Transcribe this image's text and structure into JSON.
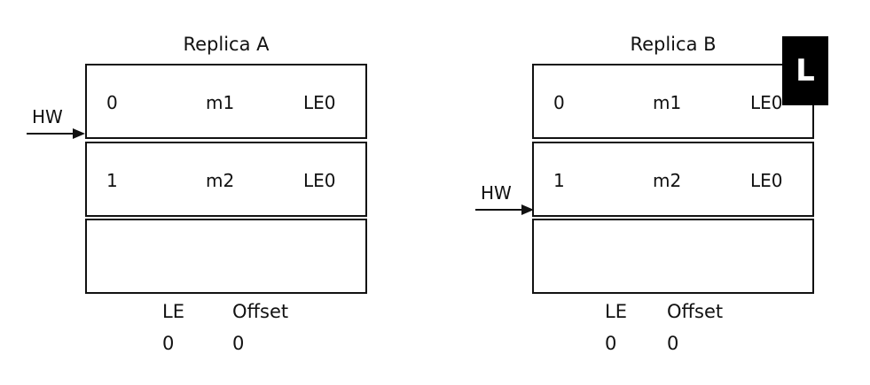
{
  "replicas": [
    {
      "title": "Replica A",
      "log": [
        {
          "offset": "0",
          "message": "m1",
          "epoch": "LE0"
        },
        {
          "offset": "1",
          "message": "m2",
          "epoch": "LE0"
        },
        {
          "offset": "",
          "message": "",
          "epoch": ""
        }
      ],
      "hw_label": "HW",
      "le_header": "LE",
      "offset_header": "Offset",
      "le_value": "0",
      "offset_value": "0"
    },
    {
      "title": "Replica B",
      "log": [
        {
          "offset": "0",
          "message": "m1",
          "epoch": "LE0"
        },
        {
          "offset": "1",
          "message": "m2",
          "epoch": "LE0"
        },
        {
          "offset": "",
          "message": "",
          "epoch": ""
        }
      ],
      "hw_label": "HW",
      "le_header": "LE",
      "offset_header": "Offset",
      "le_value": "0",
      "offset_value": "0"
    }
  ],
  "leader_badge": "L"
}
